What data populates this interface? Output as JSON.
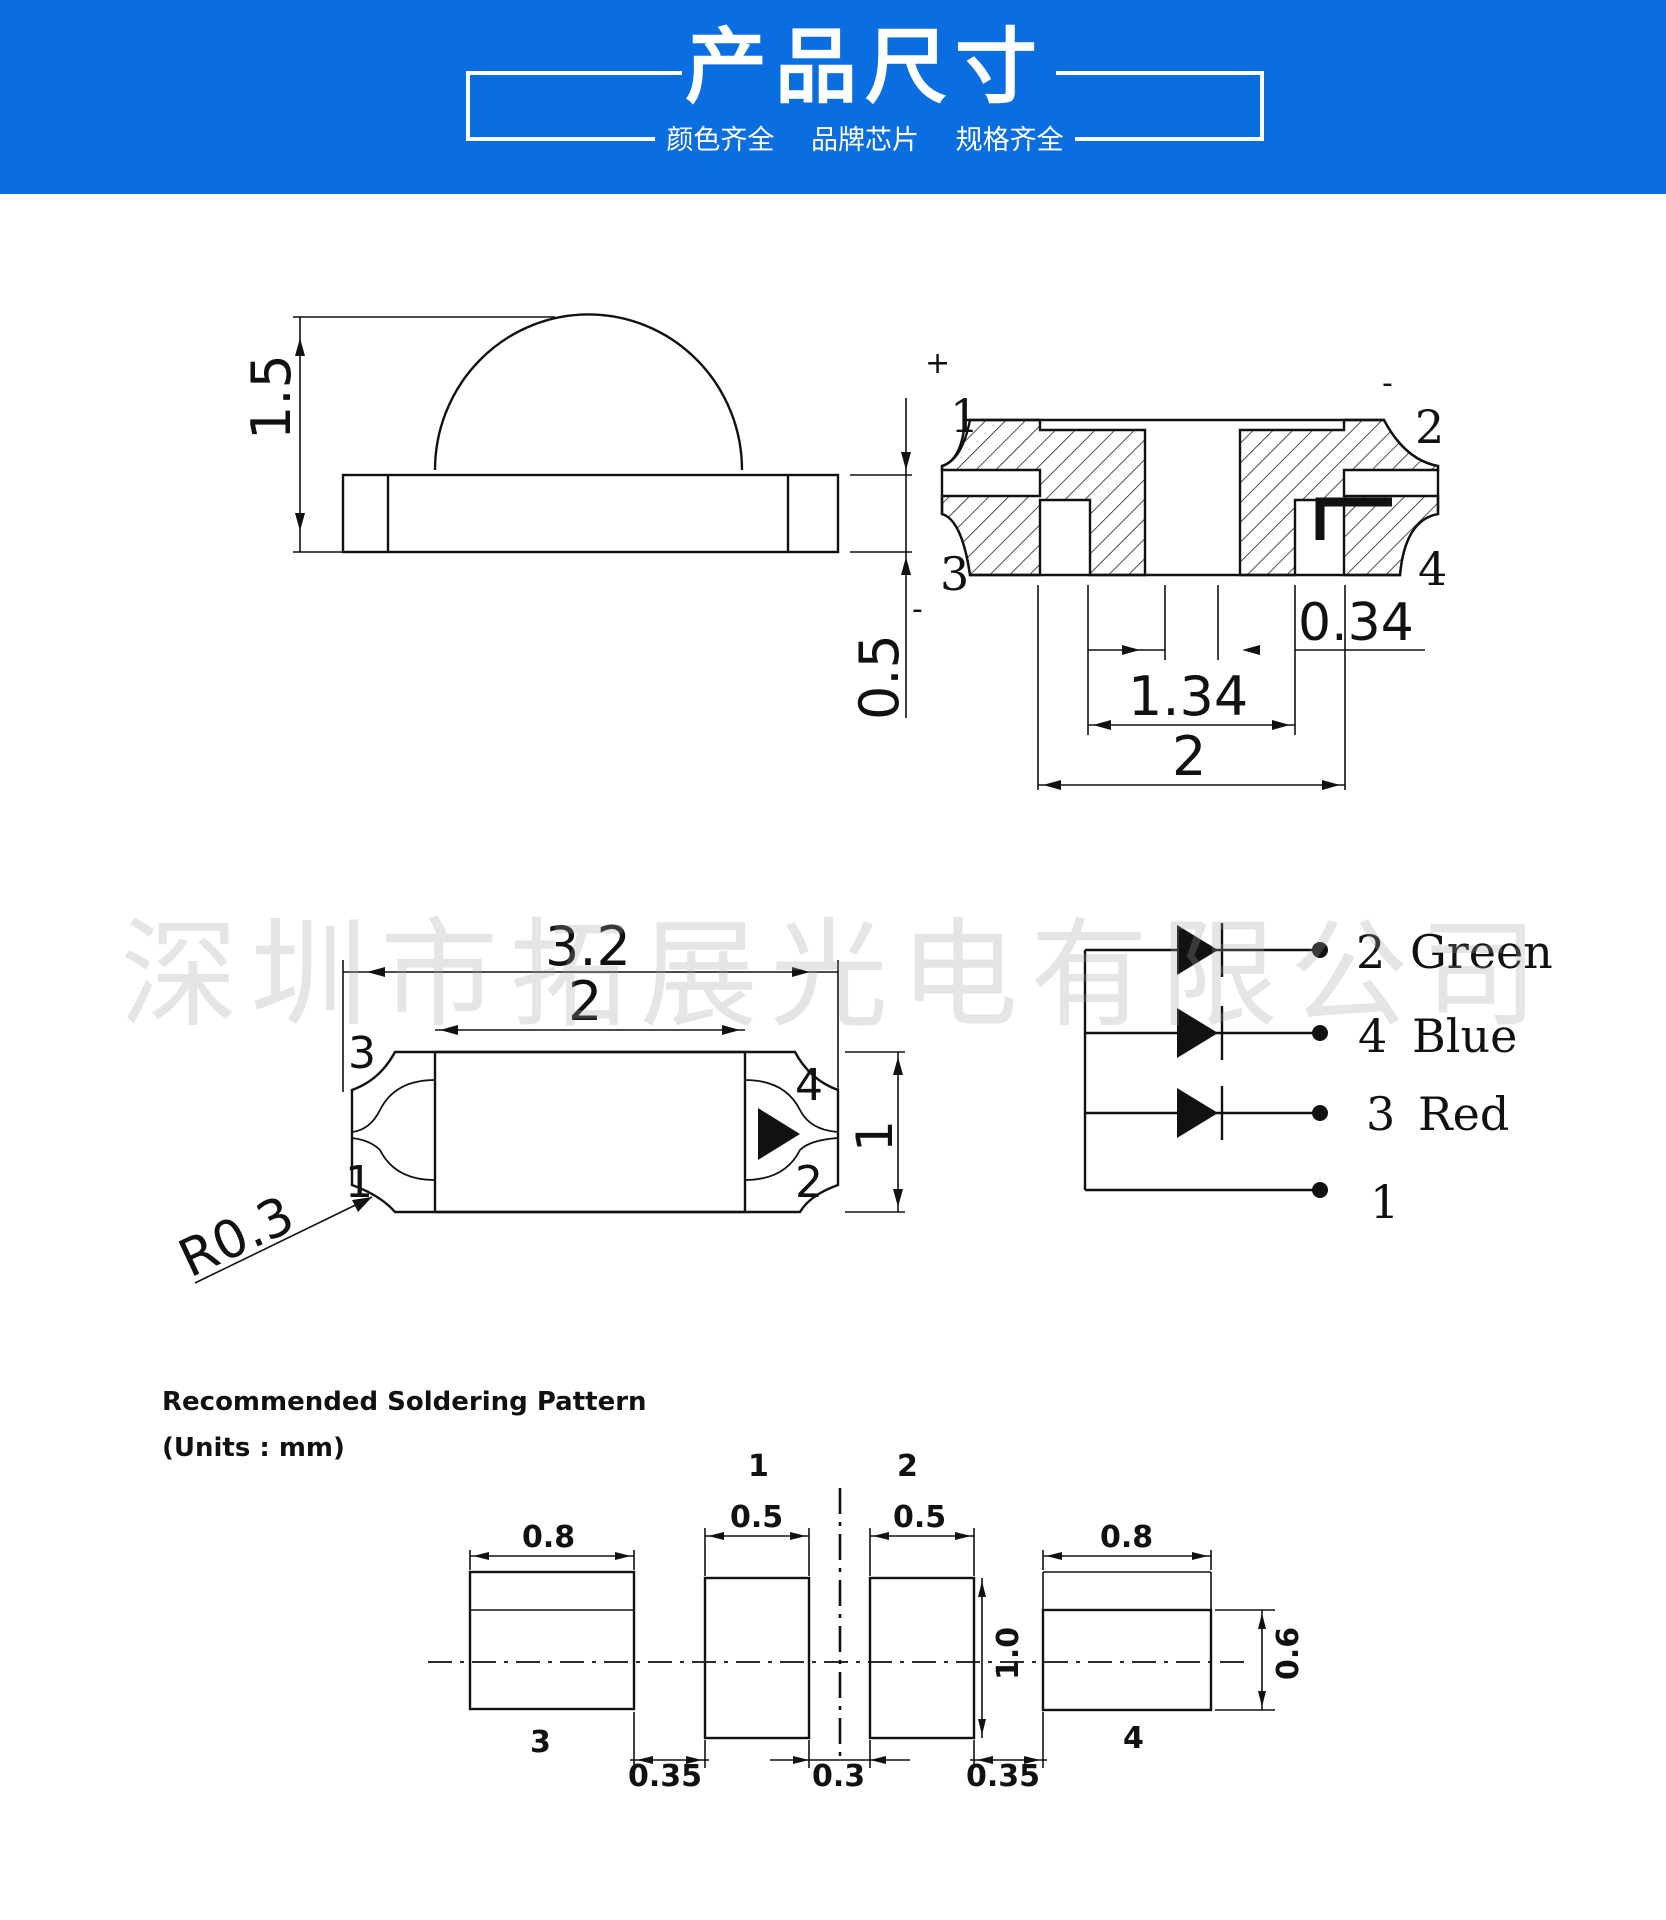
{
  "header": {
    "title": "产品尺寸",
    "subtitle": [
      "颜色齐全",
      "品牌芯片",
      "规格齐全"
    ],
    "bg_color": "#0b6ee0"
  },
  "watermark": "深圳市拓展光电有限公司",
  "side_view": {
    "height": "1.5",
    "base": "0.5"
  },
  "bottom_view": {
    "plus": "+",
    "minus": "-",
    "pins": [
      "1",
      "2",
      "3",
      "4"
    ],
    "dims": [
      "0.34",
      "1.34",
      "2"
    ]
  },
  "top_view": {
    "length": "3.2",
    "inner": "2",
    "width": "1",
    "radius": "R0.3",
    "pins": [
      "3",
      "4",
      "1",
      "2"
    ]
  },
  "circuit": {
    "channels": [
      {
        "pin": "2",
        "color": "Green"
      },
      {
        "pin": "4",
        "color": "Blue"
      },
      {
        "pin": "3",
        "color": "Red"
      }
    ],
    "common_pin": "1"
  },
  "soldering": {
    "title": "Recommended Soldering Pattern",
    "units": "(Units : mm)",
    "pad_numbers": [
      "3",
      "1",
      "2",
      "4"
    ],
    "widths": [
      "0.8",
      "0.5",
      "0.5",
      "0.8"
    ],
    "gaps": [
      "0.35",
      "0.3",
      "0.35"
    ],
    "heights": [
      "1.0",
      "0.6"
    ]
  }
}
